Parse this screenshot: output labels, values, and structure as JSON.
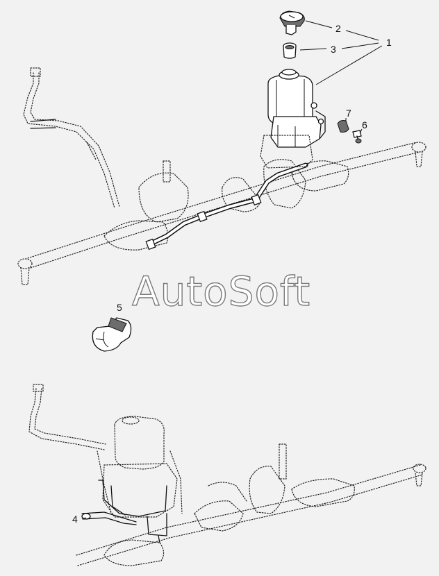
{
  "watermark": "AutoSoft",
  "callouts": {
    "c1": "1",
    "c2": "2",
    "c3": "3",
    "c4": "4",
    "c5": "5",
    "c6": "6",
    "c7": "7"
  },
  "colors": {
    "background": "#f2f2f2",
    "line": "#111111",
    "watermark_fill": "#ffffff",
    "watermark_stroke": "#7a7a7a"
  }
}
